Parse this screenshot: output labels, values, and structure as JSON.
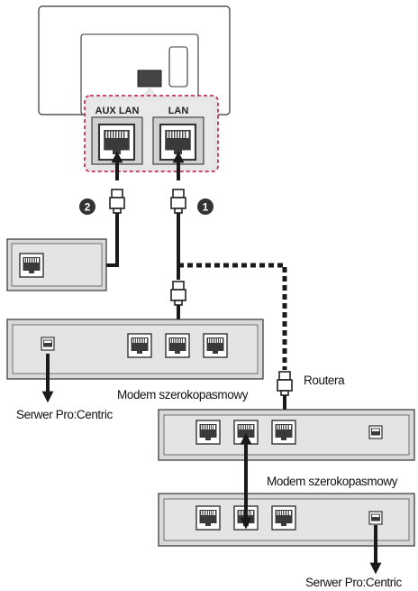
{
  "tv": {
    "ports": [
      {
        "label": "AUX LAN"
      },
      {
        "label": "LAN"
      }
    ]
  },
  "badges": [
    {
      "number": "2"
    },
    {
      "number": "1"
    }
  ],
  "labels": {
    "router": "Routera",
    "modem_left": "Modem szerokopasmowy",
    "modem_right": "Modem szerokopasmowy",
    "server_left": "Serwer Pro:Centric",
    "server_right": "Serwer Pro:Centric"
  },
  "colors": {
    "outline": "#333333",
    "device_fill": "#d9d9d9",
    "highlight_dash": "#c8325a",
    "highlight_bg": "#e6e6e6",
    "cable": "#1a1a1a"
  }
}
